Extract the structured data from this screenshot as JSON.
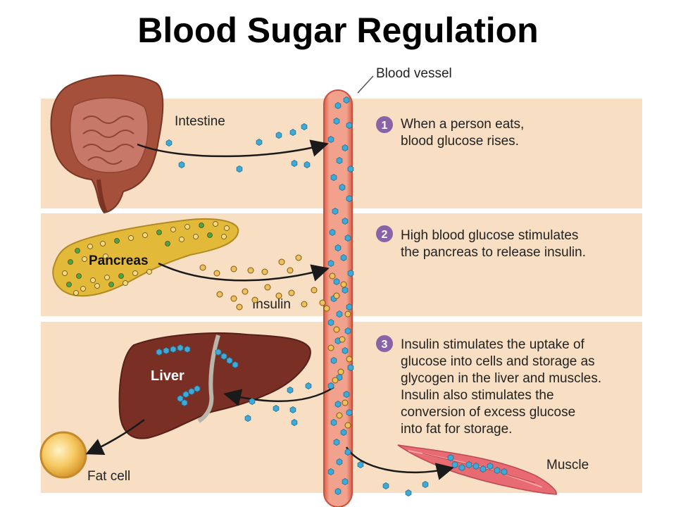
{
  "title": "Blood Sugar Regulation",
  "labels": {
    "blood_vessel": "Blood vessel",
    "intestine": "Intestine",
    "pancreas": "Pancreas",
    "insulin": "Insulin",
    "liver": "Liver",
    "fat_cell": "Fat cell",
    "muscle": "Muscle"
  },
  "steps": [
    {
      "number": "1",
      "lines": [
        "When a person eats,",
        "blood glucose rises."
      ]
    },
    {
      "number": "2",
      "lines": [
        "High blood glucose stimulates",
        "the pancreas to release insulin."
      ]
    },
    {
      "number": "3",
      "lines": [
        "Insulin stimulates the uptake of",
        "glucose into cells and storage as",
        "glycogen in the liver and muscles.",
        "Insulin also stimulates the",
        "conversion of excess glucose",
        "into fat for storage."
      ]
    }
  ],
  "colors": {
    "panel": "#f8dfc3",
    "vessel": "#e8826a",
    "glucose": "#3fa9d8",
    "insulin": "#f0c060",
    "step_badge": "#8a62a8"
  }
}
